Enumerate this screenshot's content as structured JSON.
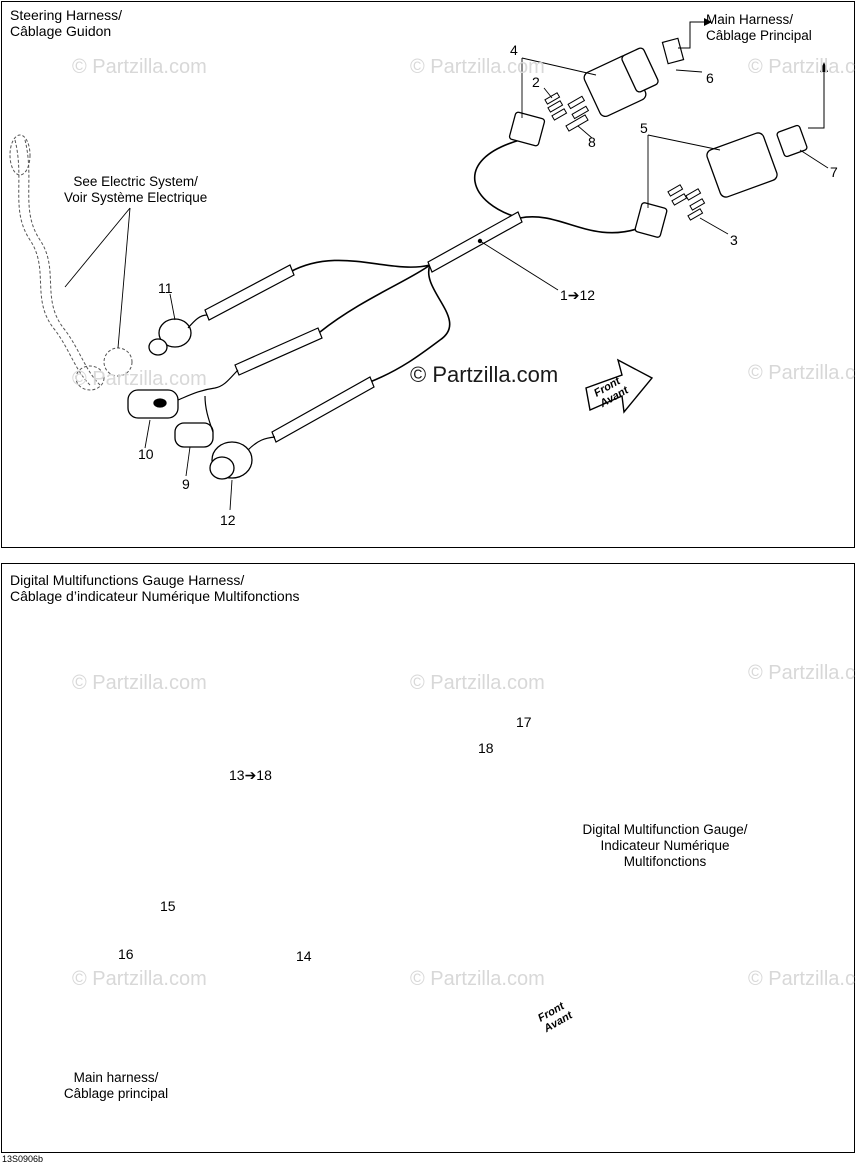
{
  "ref_code": "13S0906b",
  "watermark": "© Partzilla.com",
  "watermark_center": "© Partzilla.com",
  "top": {
    "title_en": "Steering Harness/",
    "title_fr": "Câblage Guidon",
    "main_harness_en": "Main Harness/",
    "main_harness_fr": "Câblage Principal",
    "electric_en": "See Electric System/",
    "electric_fr": "Voir Système Electrique",
    "front_en": "Front",
    "front_fr": "Avant",
    "labels": [
      "4",
      "2",
      "6",
      "8",
      "5",
      "7",
      "3",
      "1➔12",
      "11",
      "10",
      "9",
      "12"
    ]
  },
  "bottom": {
    "title_en": "Digital Multifunctions Gauge Harness/",
    "title_fr": "Câblage d’indicateur Numérique Multifonctions",
    "gauge_l1": "Digital Multifunction Gauge/",
    "gauge_l2": "Indicateur Numérique",
    "gauge_l3": "Multifonctions",
    "main_en": "Main harness/",
    "main_fr": "Câblage principal",
    "front_en": "Front",
    "front_fr": "Avant",
    "labels": [
      "17",
      "18",
      "13➔18",
      "15",
      "14",
      "16"
    ]
  }
}
